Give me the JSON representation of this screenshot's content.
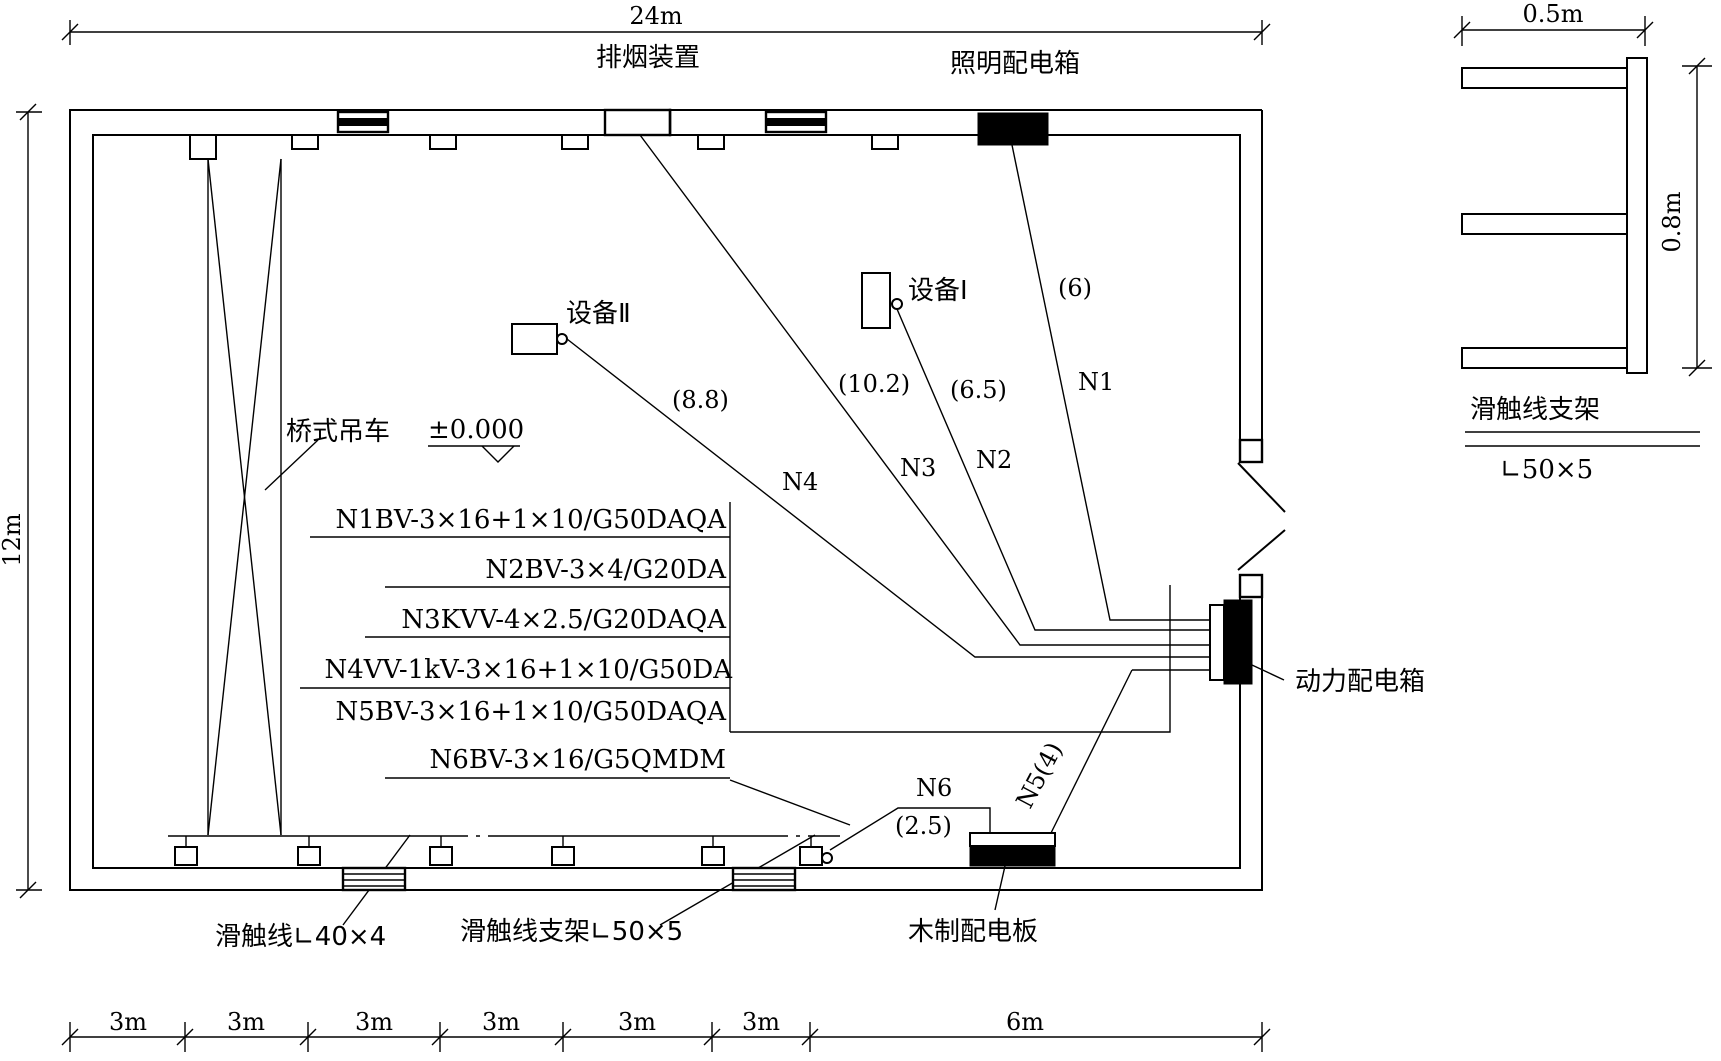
{
  "dimensions": {
    "total_width": "24m",
    "total_height": "12m",
    "bay": "3m",
    "last_bay": "6m",
    "bracket_width": "0.5m",
    "bracket_height": "0.8m"
  },
  "labels": {
    "smoke_exhaust": "排烟装置",
    "lighting_box": "照明配电箱",
    "device_1": "设备Ⅰ",
    "device_2": "设备Ⅱ",
    "crane": "桥式吊车",
    "elevation": "±0.000",
    "power_box": "动力配电箱",
    "trolley_line": "滑触线∟40×4",
    "trolley_bracket": "滑触线支架∟50×5",
    "wood_panel": "木制配电板",
    "bracket_detail_title": "滑触线支架",
    "bracket_detail_spec": "∟50×5"
  },
  "circuits": {
    "n1": "N1",
    "n2": "N2",
    "n3": "N3",
    "n4": "N4",
    "n5": "N5(4)",
    "n6": "N6",
    "len1": "(6)",
    "len2": "(6.5)",
    "len3": "(10.2)",
    "len4": "(8.8)",
    "len6": "(2.5)"
  },
  "legend": [
    "N1BV-3×16+1×10/G50DAQA",
    "N2BV-3×4/G20DA",
    "N3KVV-4×2.5/G20DAQA",
    "N4VV-1kV-3×16+1×10/G50DA",
    "N5BV-3×16+1×10/G50DAQA",
    "N6BV-3×16/G5QMDM"
  ]
}
